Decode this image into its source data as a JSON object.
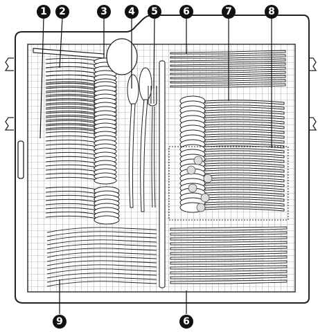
{
  "callouts": {
    "c1": "1",
    "c2": "2",
    "c3": "3",
    "c4": "4",
    "c5": "5",
    "c6_top": "6",
    "c7": "7",
    "c8": "8",
    "c9": "9",
    "c6_bottom": "6"
  },
  "colors": {
    "outline": "#222222",
    "grid": "#555555",
    "background": "#ffffff",
    "callout_fill": "#111111"
  }
}
